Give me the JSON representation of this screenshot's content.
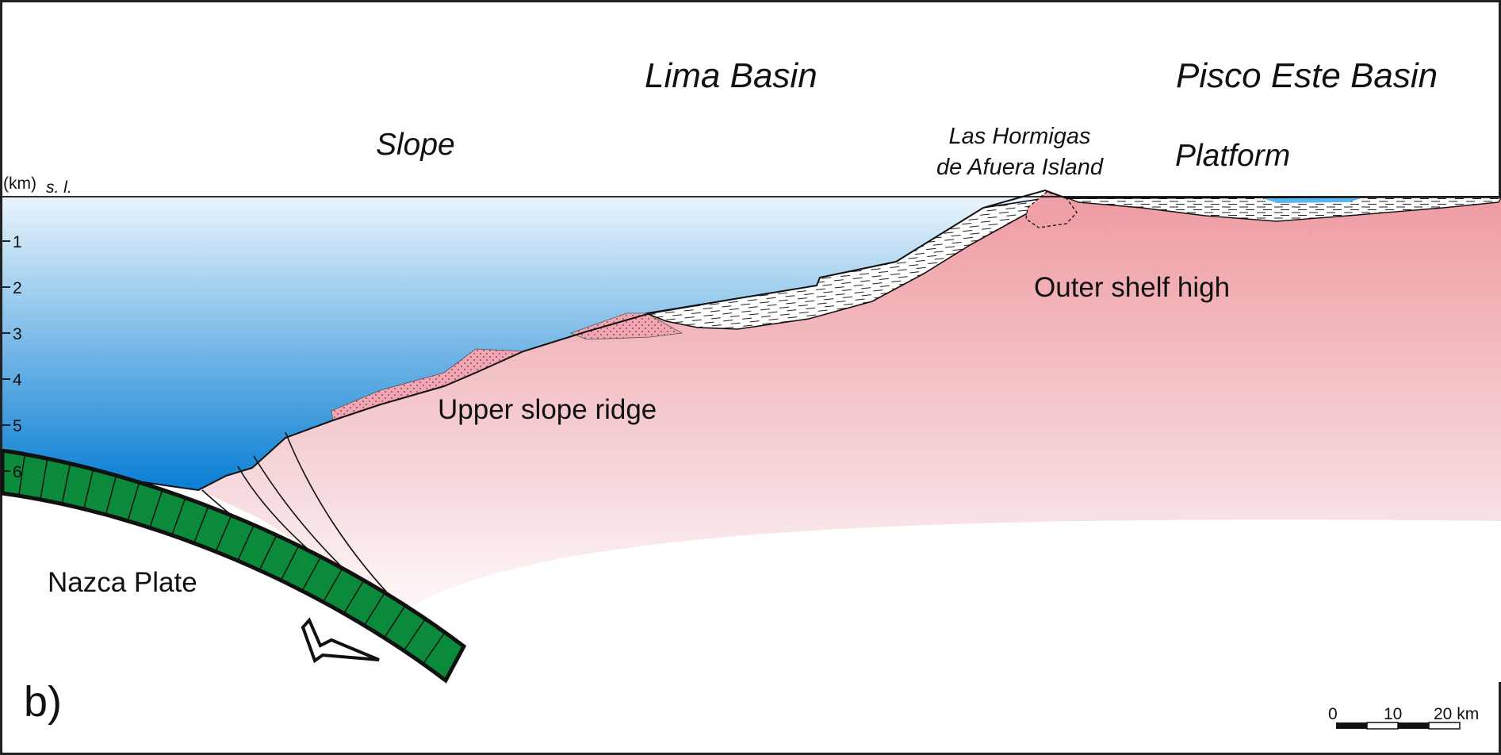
{
  "panel_label": "b)",
  "regions": {
    "lima_basin": "Lima Basin",
    "pisco_este_basin": "Pisco Este Basin",
    "slope": "Slope",
    "platform": "Platform",
    "island_line1": "Las Hormigas",
    "island_line2": "de Afuera Island"
  },
  "features": {
    "outer_shelf_high": "Outer shelf high",
    "upper_slope_ridge": "Upper slope ridge",
    "nazca_plate": "Nazca Plate"
  },
  "depth_axis": {
    "unit": "(km)",
    "sea_level": "s. l.",
    "ticks": [
      "1",
      "2",
      "3",
      "4",
      "5",
      "6"
    ]
  },
  "scale_bar": {
    "labels": [
      "0",
      "10",
      "20 km"
    ]
  },
  "colors": {
    "water_top": "#eaf5fc",
    "water_bottom": "#0a7fd4",
    "crust_top": "#ef9ba2",
    "crust_bottom": "#f8e6e8",
    "plate": "#0a8a3a",
    "sediment_dots": "#f2a6b4"
  }
}
